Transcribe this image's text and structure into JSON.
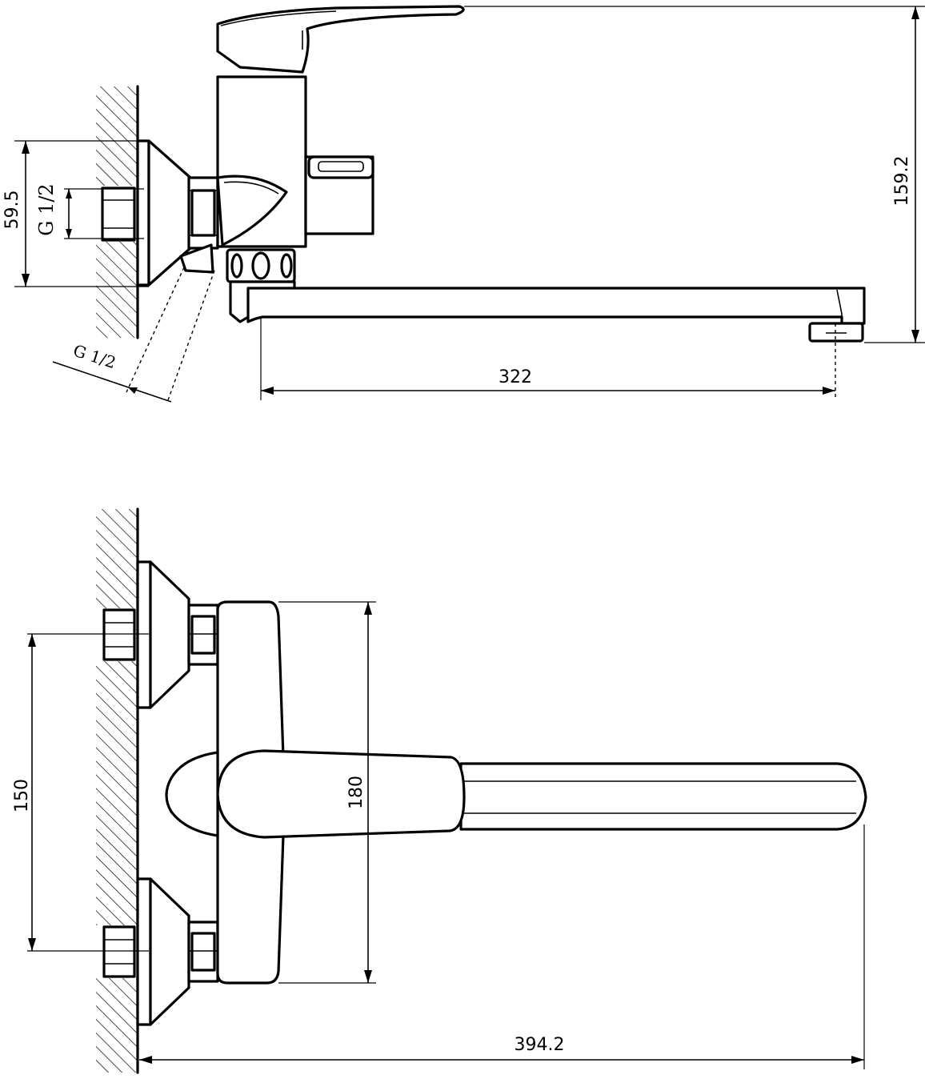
{
  "side_view": {
    "dim_height_total": "159.2",
    "dim_spout_reach": "322",
    "dim_flange_dia": "59.5",
    "dim_thread_inlet": "G 1/2",
    "dim_thread_outlet": "G 1/2"
  },
  "top_view": {
    "dim_inlet_spacing": "150",
    "dim_body_height": "180",
    "dim_total_reach": "394.2"
  }
}
